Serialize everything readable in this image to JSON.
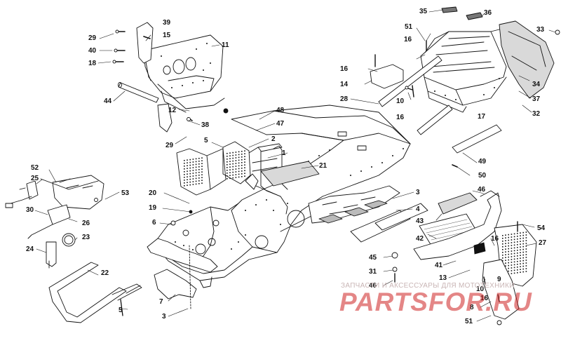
{
  "figure": {
    "callouts": [
      {
        "id": "c-35",
        "text": "35"
      },
      {
        "id": "c-36",
        "text": "36"
      },
      {
        "id": "c-33",
        "text": "33"
      },
      {
        "id": "c-39",
        "text": "39"
      },
      {
        "id": "c-15",
        "text": "15"
      },
      {
        "id": "c-29a",
        "text": "29"
      },
      {
        "id": "c-11",
        "text": "11"
      },
      {
        "id": "c-40",
        "text": "40"
      },
      {
        "id": "c-18",
        "text": "18"
      },
      {
        "id": "c-44",
        "text": "44"
      },
      {
        "id": "c-12",
        "text": "12"
      },
      {
        "id": "c-38",
        "text": "38"
      },
      {
        "id": "c-29b",
        "text": "29"
      },
      {
        "id": "c-48",
        "text": "48"
      },
      {
        "id": "c-47",
        "text": "47"
      },
      {
        "id": "c-5a",
        "text": "5"
      },
      {
        "id": "c-2",
        "text": "2"
      },
      {
        "id": "c-1",
        "text": "1"
      },
      {
        "id": "c-21",
        "text": "21"
      },
      {
        "id": "c-51a",
        "text": "51"
      },
      {
        "id": "c-16a",
        "text": "16"
      },
      {
        "id": "c-16b",
        "text": "16"
      },
      {
        "id": "c-14",
        "text": "14"
      },
      {
        "id": "c-28",
        "text": "28"
      },
      {
        "id": "c-10a",
        "text": "10"
      },
      {
        "id": "c-16c",
        "text": "16"
      },
      {
        "id": "c-17",
        "text": "17"
      },
      {
        "id": "c-34",
        "text": "34"
      },
      {
        "id": "c-37",
        "text": "37"
      },
      {
        "id": "c-32",
        "text": "32"
      },
      {
        "id": "c-49",
        "text": "49"
      },
      {
        "id": "c-50",
        "text": "50"
      },
      {
        "id": "c-52",
        "text": "52"
      },
      {
        "id": "c-25",
        "text": "25"
      },
      {
        "id": "c-53",
        "text": "53"
      },
      {
        "id": "c-30",
        "text": "30"
      },
      {
        "id": "c-26",
        "text": "26"
      },
      {
        "id": "c-23",
        "text": "23"
      },
      {
        "id": "c-24",
        "text": "24"
      },
      {
        "id": "c-22",
        "text": "22"
      },
      {
        "id": "c-5b",
        "text": "5"
      },
      {
        "id": "c-20",
        "text": "20"
      },
      {
        "id": "c-19",
        "text": "19"
      },
      {
        "id": "c-6",
        "text": "6"
      },
      {
        "id": "c-7",
        "text": "7"
      },
      {
        "id": "c-3a",
        "text": "3"
      },
      {
        "id": "c-3b",
        "text": "3"
      },
      {
        "id": "c-4",
        "text": "4"
      },
      {
        "id": "c-46a",
        "text": "46"
      },
      {
        "id": "c-43",
        "text": "43"
      },
      {
        "id": "c-42",
        "text": "42"
      },
      {
        "id": "c-45",
        "text": "45"
      },
      {
        "id": "c-31",
        "text": "31"
      },
      {
        "id": "c-46b",
        "text": "46"
      },
      {
        "id": "c-41",
        "text": "41"
      },
      {
        "id": "c-13",
        "text": "13"
      },
      {
        "id": "c-16d",
        "text": "16"
      },
      {
        "id": "c-9",
        "text": "9"
      },
      {
        "id": "c-10b",
        "text": "10"
      },
      {
        "id": "c-16e",
        "text": "16"
      },
      {
        "id": "c-8",
        "text": "8"
      },
      {
        "id": "c-51b",
        "text": "51"
      },
      {
        "id": "c-54",
        "text": "54"
      },
      {
        "id": "c-27",
        "text": "27"
      }
    ]
  },
  "watermark": {
    "line": "ЗАПЧАСТИ И АКСЕССУАРЫ ДЛЯ МОТОТЕХНИКИ",
    "brand": "PARTSFOR.RU",
    "color": "#cd2323"
  },
  "colors": {
    "line": "#111111",
    "paper": "#ffffff",
    "shade": "#d9d9d9",
    "tread": "#7a7a7a"
  }
}
